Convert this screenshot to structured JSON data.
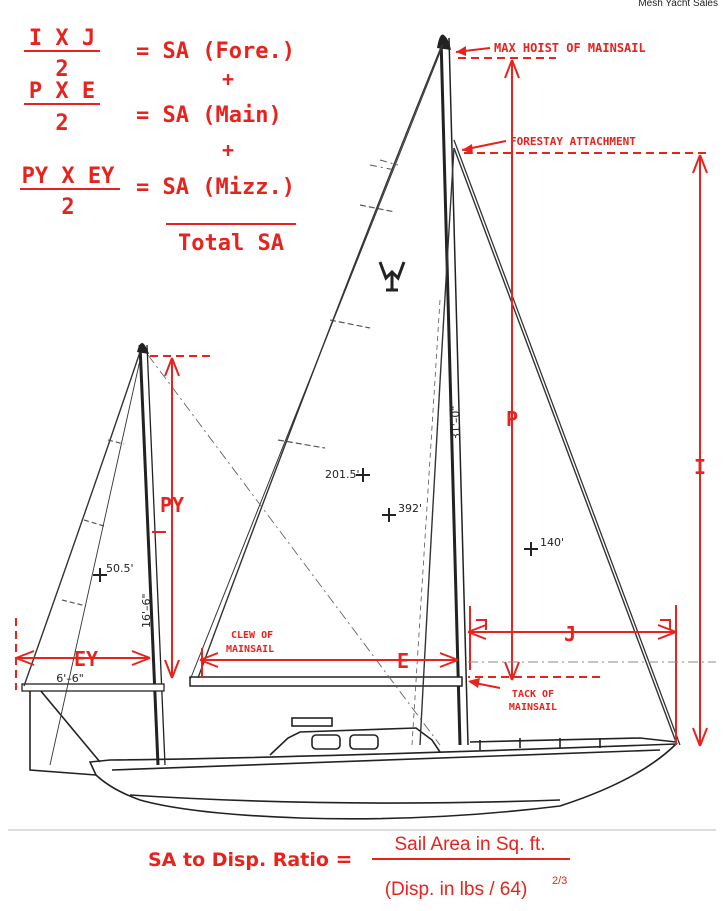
{
  "header": {
    "credit": "Mesh Yacht Sales"
  },
  "formulas": {
    "fore_num": "I X J",
    "fore_den": "2",
    "fore_res": "= SA (Fore.)",
    "plus1": "+",
    "main_num": "P X E",
    "main_den": "2",
    "main_res": "= SA (Main)",
    "plus2": "+",
    "mizz_num": "PY X EY",
    "mizz_den": "2",
    "mizz_res": "= SA (Mizz.)",
    "total": "Total SA"
  },
  "callouts": {
    "max_hoist": "MAX HOIST OF MAINSAIL",
    "forestay": "FORESTAY ATTACHMENT",
    "clew_1": "CLEW OF",
    "clew_2": "MAINSAIL",
    "tack_1": "TACK OF",
    "tack_2": "MAINSAIL"
  },
  "dimensions": {
    "P": "P",
    "I": "I",
    "J": "J",
    "E": "E",
    "PY": "PY",
    "EY": "EY"
  },
  "drawing_labels": {
    "mast_main": "31'–0\"",
    "mast_mizzen": "16'–6\"",
    "boom_mizzen": "6'–6\"",
    "ce_main": "201.5'",
    "ce_total": "392'",
    "ce_fore": "140'",
    "ce_mizz": "50.5'"
  },
  "ratio": {
    "label": "SA to Disp. Ratio",
    "eq": "=",
    "numerator": "Sail Area in Sq. ft.",
    "denominator": "(Disp. in lbs / 64)",
    "exponent": "2/3"
  }
}
